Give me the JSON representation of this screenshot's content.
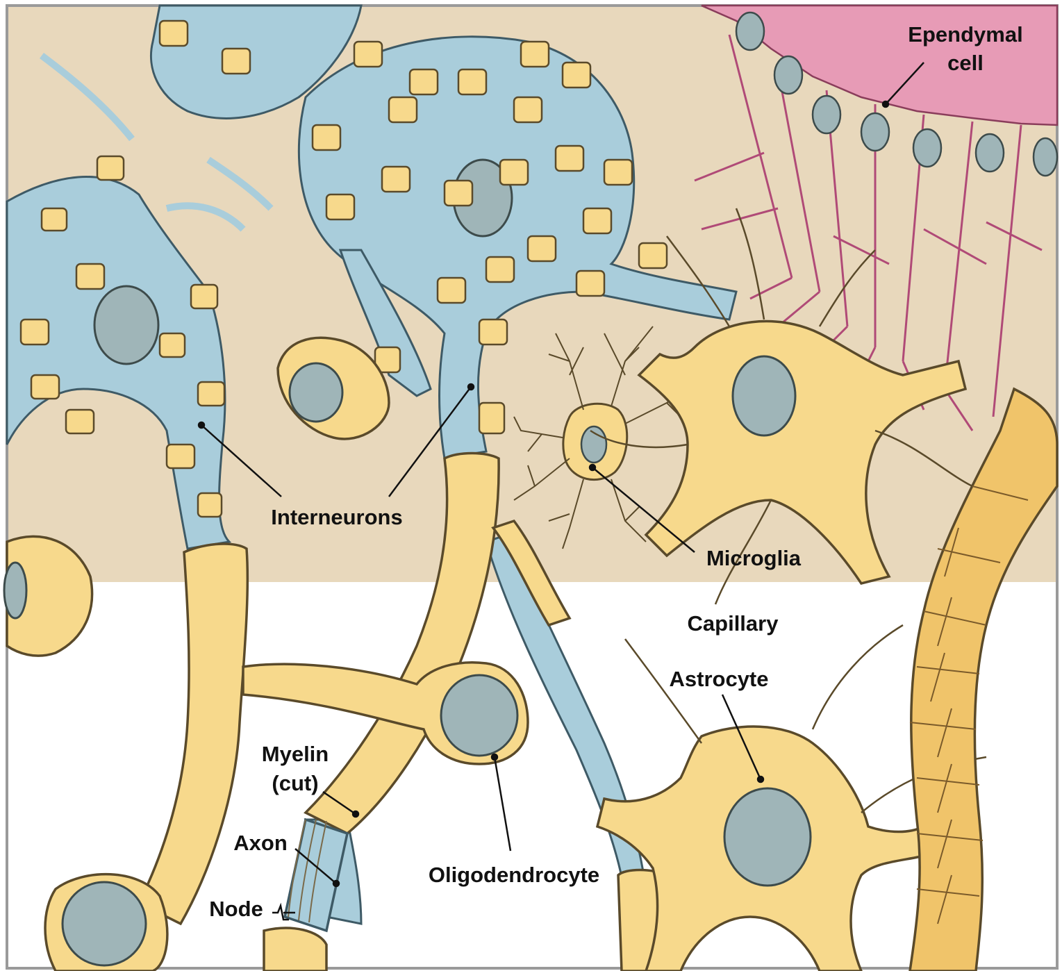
{
  "colors": {
    "background_upper": "#e8d8bc",
    "background_lower": "#ffffff",
    "interneuron": "#a9cddb",
    "glia": "#f7d98c",
    "glia_outline": "#5a4a2a",
    "ependymal": "#e79bb6",
    "nucleus": "#9fb5b8"
  },
  "labels": {
    "ependymal_line1": "Ependymal",
    "ependymal_line2": "cell",
    "interneurons": "Interneurons",
    "microglia": "Microglia",
    "capillary": "Capillary",
    "astrocyte": "Astrocyte",
    "myelin_line1": "Myelin",
    "myelin_line2": "(cut)",
    "axon": "Axon",
    "node": "Node",
    "oligodendrocyte": "Oligodendrocyte"
  }
}
